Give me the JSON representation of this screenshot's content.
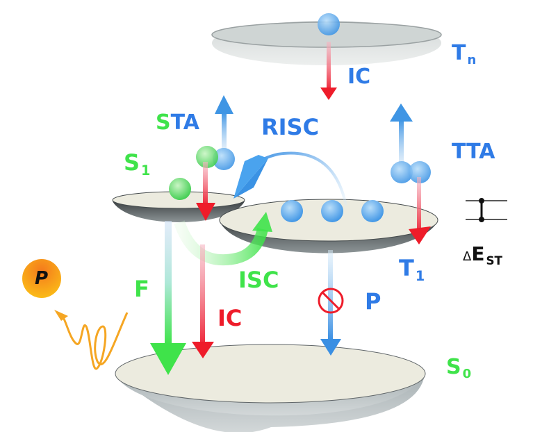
{
  "diagram": {
    "title": "Exciton dynamics energy level diagram",
    "colors": {
      "singlet": "#3fe34a",
      "triplet": "#2f7be6",
      "ic_arrow": "#ee1c2a",
      "photon": "#f5a623",
      "level_top": "#ecebdf",
      "level_side": "#6f7679"
    },
    "levels": {
      "tn": {
        "base": "T",
        "sub": "n"
      },
      "s1": {
        "base": "S",
        "sub": "1"
      },
      "t1": {
        "base": "T",
        "sub": "1"
      },
      "s0": {
        "base": "S",
        "sub": "0"
      }
    },
    "processes": {
      "ic_top": "IC",
      "sta_s": "S",
      "sta_ta": "TA",
      "risc": "RISC",
      "tta": "TTA",
      "isc": "ISC",
      "f": "F",
      "ic_bottom": "IC",
      "p": "P"
    },
    "legend": {
      "delta": "Δ",
      "e": "E",
      "st": "ST"
    },
    "photon_label": "P"
  }
}
